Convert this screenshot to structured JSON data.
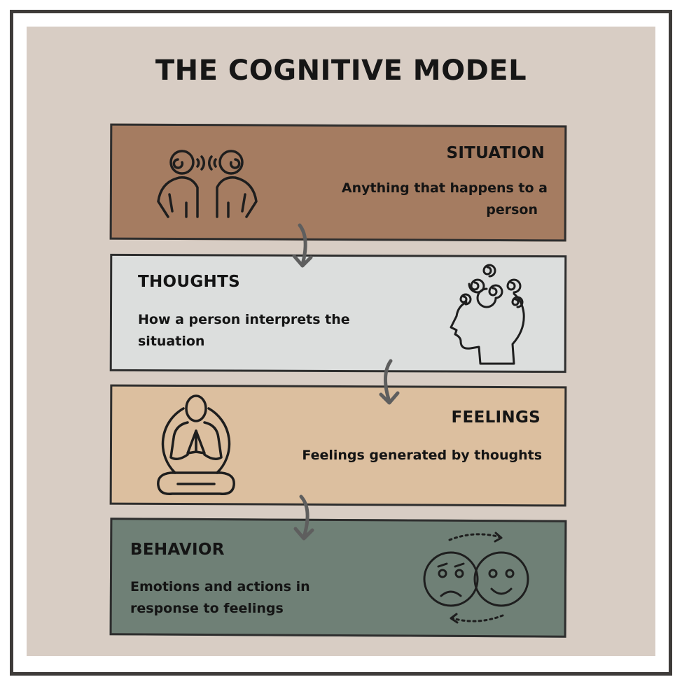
{
  "title": "THE COGNITIVE MODEL",
  "panels": [
    {
      "heading": "SITUATION",
      "description": "Anything that happens to a person",
      "desc_line1": "Anything that happens to a",
      "desc_line2": "person",
      "icon": "two-people-talking-icon",
      "color": "#a57c61"
    },
    {
      "heading": "THOUGHTS",
      "description": "How a person interprets the situation",
      "desc_line1": "How a person interprets the",
      "desc_line2": "situation",
      "icon": "head-swirls-icon",
      "color": "#dcdedd"
    },
    {
      "heading": "FEELINGS",
      "description": "Feelings generated by thoughts",
      "icon": "meditating-person-icon",
      "color": "#dcbf9f"
    },
    {
      "heading": "BEHAVIOR",
      "description": "Emotions and actions in response to feelings",
      "desc_line1": "Emotions and actions in",
      "desc_line2": "response to feelings",
      "icon": "sad-happy-faces-cycle-icon",
      "color": "#6f8076"
    }
  ],
  "colors": {
    "background": "#d8cdc4",
    "border": "#3e3b39",
    "arrow": "#5e5e5e"
  }
}
